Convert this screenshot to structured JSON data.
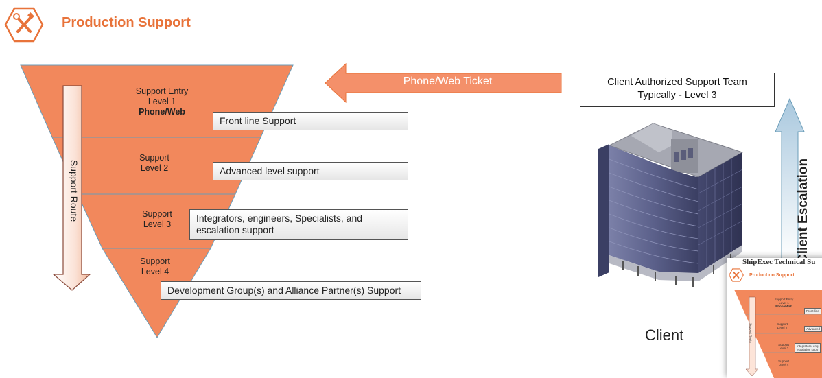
{
  "header": {
    "title": "Production Support",
    "icon": "tools-icon"
  },
  "levels": [
    {
      "line1": "Support Entry",
      "line2": "Level 1",
      "line3": "Phone/Web",
      "tag": "Front line Support"
    },
    {
      "line1": "Support",
      "line2": "Level 2",
      "tag": "Advanced level support"
    },
    {
      "line1": "Support",
      "line2": "Level 3",
      "tag_line1": "Integrators, engineers, Specialists, and",
      "tag_line2": "escalation support"
    },
    {
      "line1": "Support",
      "line2": "Level  4",
      "tag": "Development Group(s) and  Alliance Partner(s) Support"
    }
  ],
  "support_route_label": "Support Route",
  "ticket_label": "Phone/Web Ticket",
  "team_box": {
    "line1": "Client Authorized Support Team",
    "line2": "Typically -  Level 3"
  },
  "escalation_label": "Client Escalation",
  "client_label": "Client",
  "thumbnail": {
    "title": "ShipExec Technical Su",
    "subtitle": "Production Support",
    "route": "Support Route",
    "l1a": "Support Entry",
    "l1b": "Level 1",
    "l1c": "Phone/Web",
    "l2a": "Support",
    "l2b": "Level 2",
    "l3a": "Support",
    "l3b": "Level 3",
    "l4a": "Support",
    "l4b": "Level 4",
    "tag1": "Front line",
    "tag2": "Advanced",
    "tag3a": "Integrators, eng",
    "tag3b": "escalation supp"
  },
  "colors": {
    "accent": "#e8733a",
    "funnel": "#f2885c",
    "arrow": "#f4906a",
    "building": "#5a6088"
  }
}
